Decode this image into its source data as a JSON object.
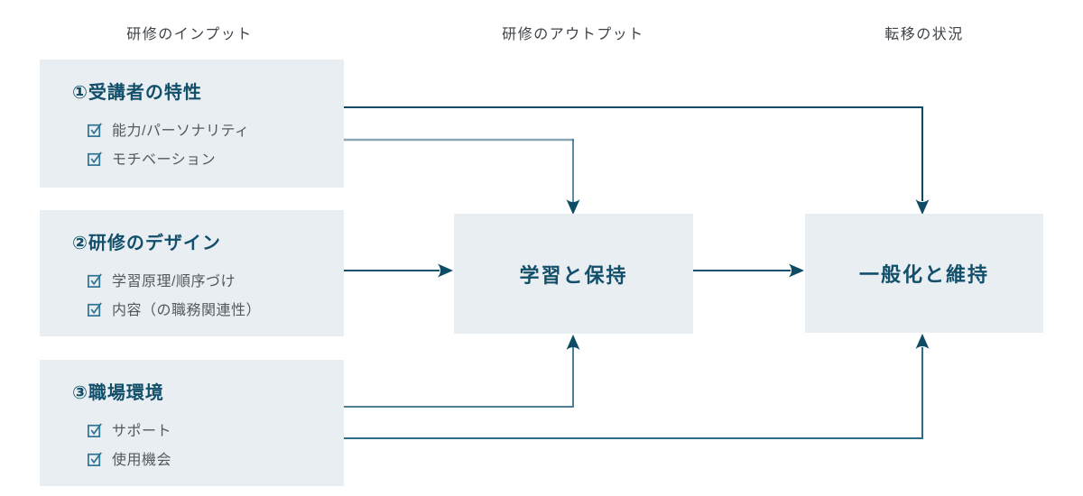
{
  "columns": [
    {
      "label": "研修のインプット"
    },
    {
      "label": "研修のアウトプット"
    },
    {
      "label": "転移の状況"
    }
  ],
  "input_boxes": [
    {
      "title": "①受講者の特性",
      "items": [
        "能力/パーソナリティ",
        "モチベーション"
      ]
    },
    {
      "title": "②研修のデザイン",
      "items": [
        "学習原理/順序づけ",
        "内容（の職務関連性）"
      ]
    },
    {
      "title": "③職場環境",
      "items": [
        "サポート",
        "使用機会"
      ]
    }
  ],
  "output_box": {
    "label": "学習と保持"
  },
  "transfer_box": {
    "label": "一般化と維持"
  },
  "connections": [
    {
      "from": "受講者の特性",
      "to": "一般化と維持"
    },
    {
      "from": "受講者の特性",
      "to": "学習と保持"
    },
    {
      "from": "研修のデザイン",
      "to": "学習と保持"
    },
    {
      "from": "学習と保持",
      "to": "一般化と維持"
    },
    {
      "from": "職場環境",
      "to": "学習と保持"
    },
    {
      "from": "職場環境",
      "to": "一般化と維持"
    }
  ],
  "colors": {
    "box_fill": "#e8eef1",
    "heading_teal": "#124f6b",
    "body_gray": "#55595c",
    "checkbox_teal": "#2d7392",
    "arrow_dark": "#0e4b64",
    "arrow_light": "#8ba7b3"
  }
}
